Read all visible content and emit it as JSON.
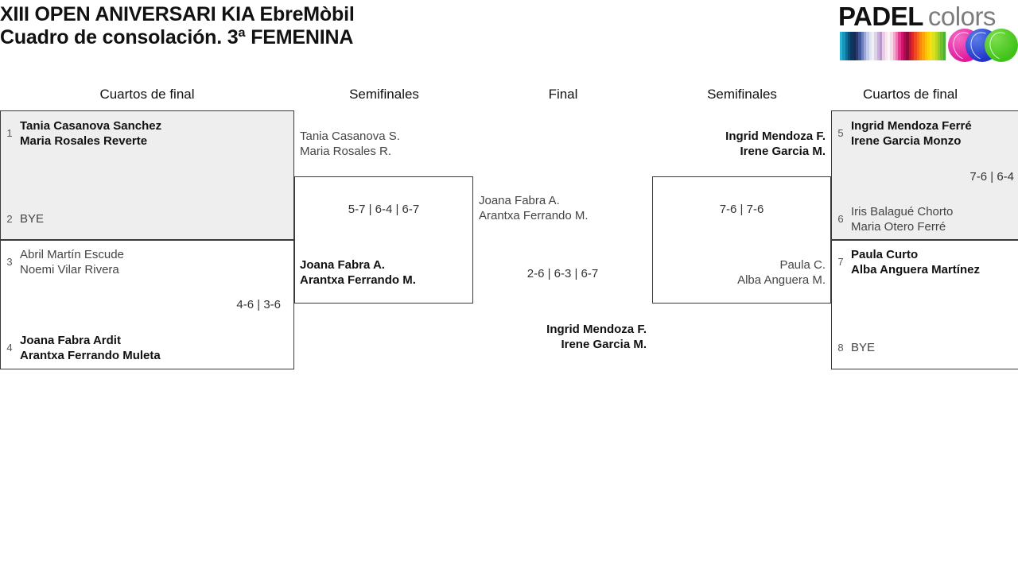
{
  "header": {
    "title_line1": "XIII OPEN ANIVERSARI KIA EbreMòbil",
    "title_line2": "Cuadro de consolación. 3ª FEMENINA"
  },
  "logo": {
    "word_primary": "PADEL",
    "word_secondary": "colors",
    "primary_color": "#111111",
    "secondary_color": "#7d7d7d",
    "ball_colors": [
      "#e0179c",
      "#2034c8",
      "#3fc218"
    ],
    "stripe_colors": [
      "#2bb3d4",
      "#1a93bd",
      "#0d6e96",
      "#0a4f78",
      "#10365f",
      "#1b2a55",
      "#2a3a6b",
      "#4356a0",
      "#6d7fc0",
      "#9aa6d6",
      "#c3cbe6",
      "#e2e6f3",
      "#f2f0f7",
      "#ddd2e8",
      "#c8b0da",
      "#b995cd",
      "#e8cfe0",
      "#f6e6ef",
      "#fdf4f8",
      "#f9d9e7",
      "#f4aacd",
      "#ef76b3",
      "#e8368f",
      "#d6116e",
      "#b00a52",
      "#8e0b3e",
      "#c21634",
      "#e02a26",
      "#ef4a1e",
      "#f56a16",
      "#fa8a0c",
      "#fda506",
      "#fdc005",
      "#fad40b",
      "#f2e215",
      "#dcdf1c",
      "#bcd722",
      "#96cc29",
      "#6fbf2e",
      "#4bb233"
    ]
  },
  "rounds": [
    {
      "id": "qf-left",
      "label": "Cuartos de final"
    },
    {
      "id": "sf-left",
      "label": "Semifinales"
    },
    {
      "id": "final",
      "label": "Final"
    },
    {
      "id": "sf-right",
      "label": "Semifinales"
    },
    {
      "id": "qf-right",
      "label": "Cuartos de final"
    }
  ],
  "matches": {
    "qf1": {
      "top": {
        "seed": "1",
        "p1": "Tania Casanova Sanchez",
        "p2": "Maria Rosales Reverte",
        "result": "winner"
      },
      "bottom": {
        "seed": "2",
        "p1": "BYE",
        "p2": "",
        "result": "loser"
      },
      "score": ""
    },
    "qf2": {
      "top": {
        "seed": "3",
        "p1": "Abril Martín Escude",
        "p2": "Noemi Vilar Rivera",
        "result": "loser"
      },
      "bottom": {
        "seed": "4",
        "p1": "Joana Fabra Ardit",
        "p2": "Arantxa Ferrando Muleta",
        "result": "winner"
      },
      "score": "4-6 | 3-6"
    },
    "sf1": {
      "top": {
        "p1": "Tania Casanova S.",
        "p2": "Maria Rosales R.",
        "result": "loser"
      },
      "bottom": {
        "p1": "Joana Fabra A.",
        "p2": "Arantxa Ferrando M.",
        "result": "winner"
      },
      "score": "5-7 | 6-4 | 6-7"
    },
    "final": {
      "top": {
        "p1": "Joana Fabra A.",
        "p2": "Arantxa Ferrando M.",
        "result": "loser"
      },
      "bottom": {
        "p1": "Ingrid Mendoza F.",
        "p2": "Irene Garcia M.",
        "result": "winner"
      },
      "score": "2-6 | 6-3 | 6-7"
    },
    "sf2": {
      "top": {
        "p1": "Ingrid Mendoza F.",
        "p2": "Irene Garcia M.",
        "result": "winner"
      },
      "bottom": {
        "p1": "Paula C.",
        "p2": "Alba Anguera M.",
        "result": "loser"
      },
      "score": "7-6 | 7-6"
    },
    "qf3": {
      "top": {
        "seed": "5",
        "p1": "Ingrid Mendoza Ferré",
        "p2": "Irene Garcia Monzo",
        "result": "winner"
      },
      "bottom": {
        "seed": "6",
        "p1": "Iris Balagué Chorto",
        "p2": "Maria Otero Ferré",
        "result": "loser"
      },
      "score": "7-6 | 6-4"
    },
    "qf4": {
      "top": {
        "seed": "7",
        "p1": "Paula Curto",
        "p2": "Alba Anguera Martínez",
        "result": "winner"
      },
      "bottom": {
        "seed": "8",
        "p1": "BYE",
        "p2": "",
        "result": "loser"
      },
      "score": ""
    }
  }
}
